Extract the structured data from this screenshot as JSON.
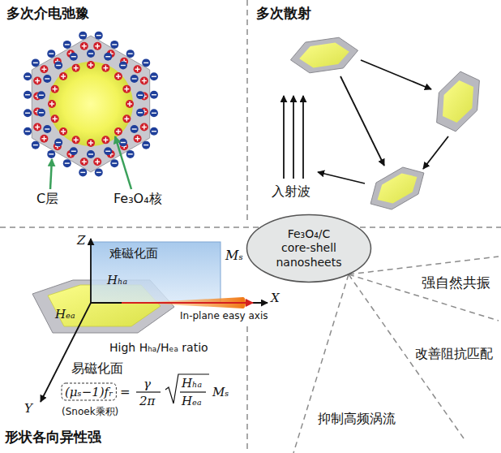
{
  "diagram": {
    "nodes": [
      {
        "text": [
          "Fe₃O₄/C core-shell nanosheets"
        ]
      }
    ],
    "labels": [
      "多次介电弛豫",
      "C层",
      "Fe₃O₄核",
      "多次散射",
      "入射波",
      "Z",
      "难磁化面",
      "Mₛ",
      "Hₕₐ",
      "X",
      "Hₑₐ",
      "In-plane easy axis",
      "High Hₕₐ/Hₑₐ ratio",
      "易磁化面",
      "Y",
      "(μₛ−1)fᵣ",
      "=",
      "γ",
      "2π",
      "Hₕₐ",
      "Hₑₐ",
      "Mₛ",
      "(Snoek乘积)",
      "形状各向异性强",
      "强自然共振",
      "改善阻抗匹配",
      "抑制高频涡流"
    ]
  }
}
